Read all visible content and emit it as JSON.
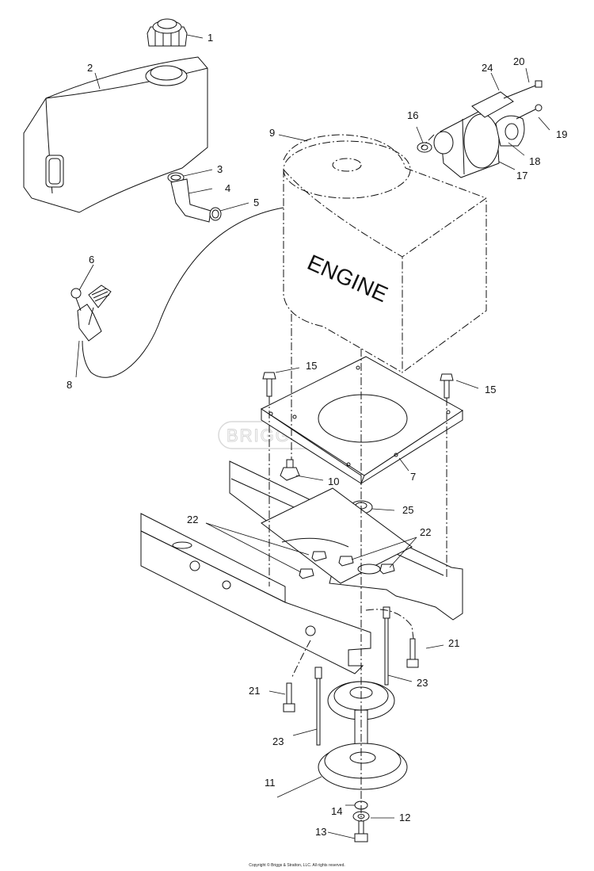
{
  "diagram": {
    "engine_label": "ENGINE",
    "watermark_text": "BRIGGS&STRATTON",
    "copyright": "Copyright © Briggs & Stratton, LLC. All rights reserved.",
    "callouts": {
      "c1": "1",
      "c2": "2",
      "c3": "3",
      "c4": "4",
      "c5": "5",
      "c6": "6",
      "c7": "7",
      "c8": "8",
      "c9": "9",
      "c10": "10",
      "c11": "11",
      "c12": "12",
      "c13": "13",
      "c14": "14",
      "c15a": "15",
      "c15b": "15",
      "c16": "16",
      "c17": "17",
      "c18": "18",
      "c19": "19",
      "c20": "20",
      "c21a": "21",
      "c21b": "21",
      "c22a": "22",
      "c22b": "22",
      "c23a": "23",
      "c23b": "23",
      "c24": "24",
      "c25": "25"
    }
  }
}
